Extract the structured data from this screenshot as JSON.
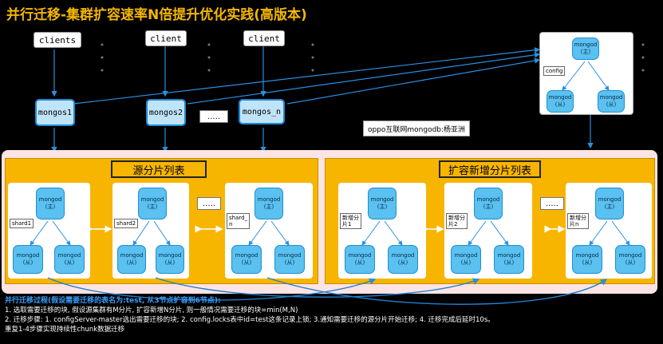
{
  "title": "并行迁移-集群扩容速率N倍提升优化实践(高版本)",
  "clients": [
    "clients",
    "client",
    "client"
  ],
  "mongos": [
    "mongos1",
    "mongos2",
    "mongos_n"
  ],
  "mongos_dots": ".....",
  "config": {
    "tag": "config",
    "primary": {
      "name": "mongod",
      "role": "(主)"
    },
    "secondaries": [
      {
        "name": "mongod",
        "role": "(从)"
      },
      {
        "name": "mongod",
        "role": "(从)"
      }
    ]
  },
  "author": "oppo互联网mongodb:杨亚洲",
  "source": {
    "title": "源分片列表",
    "dots": ".....",
    "shards": [
      {
        "tag": "shard1",
        "primary": "mongod",
        "primary_role": "(主)",
        "sec1": "mongod",
        "sec1_role": "(从)",
        "sec2": "mongod",
        "sec2_role": "(从)"
      },
      {
        "tag": "shard2",
        "primary": "mongod",
        "primary_role": "(主)",
        "sec1": "mongod",
        "sec1_role": "(从)",
        "sec2": "mongod",
        "sec2_role": "(从)"
      },
      {
        "tag": "shard_\nn",
        "primary": "mongod",
        "primary_role": "(主)",
        "sec1": "mongod",
        "sec1_role": "(从)",
        "sec2": "mongod",
        "sec2_role": "(从)"
      }
    ]
  },
  "target": {
    "title": "扩容新增分片列表",
    "dots": ".....",
    "shards": [
      {
        "tag": "新增分\n片1",
        "primary": "mongod",
        "primary_role": "(主)",
        "sec1": "mongod",
        "sec1_role": "(从)",
        "sec2": "mongod",
        "sec2_role": "(从)"
      },
      {
        "tag": "新增分\n片2",
        "primary": "mongod",
        "primary_role": "(主)",
        "sec1": "mongod",
        "sec1_role": "(从)",
        "sec2": "mongod",
        "sec2_role": "(从)"
      },
      {
        "tag": "新增分\n片n",
        "primary": "mongod",
        "primary_role": "(主)",
        "sec1": "mongod",
        "sec1_role": "(从)",
        "sec2": "mongod",
        "sec2_role": "(从)"
      }
    ]
  },
  "footer": {
    "heading": "并行迁移过程(假设需要迁移的表名为:test, 从3节点扩容到6节点):",
    "line1": "1. 选取需要迁移的块, 假设源集群有M分片, 扩容新增N分片, 则一般情况需要迁移的块=min(M,N)",
    "line2": "2. 迁移步骤: 1. configServer-master选出需要迁移的块; 2. config.locks表中id=test这条记录上锁; 3.通知需要迁移的源分片开始迁移; 4. 迁移完成后延时10s。",
    "line3": "重复1-4步骤实现持续性chunk数据迁移"
  },
  "colors": {
    "title": "#f5b800",
    "orange": "#f7b500",
    "panel_pink": "#fce4e4",
    "node_blue": "#5ac1f0",
    "line_blue": "#1f7fd0"
  }
}
